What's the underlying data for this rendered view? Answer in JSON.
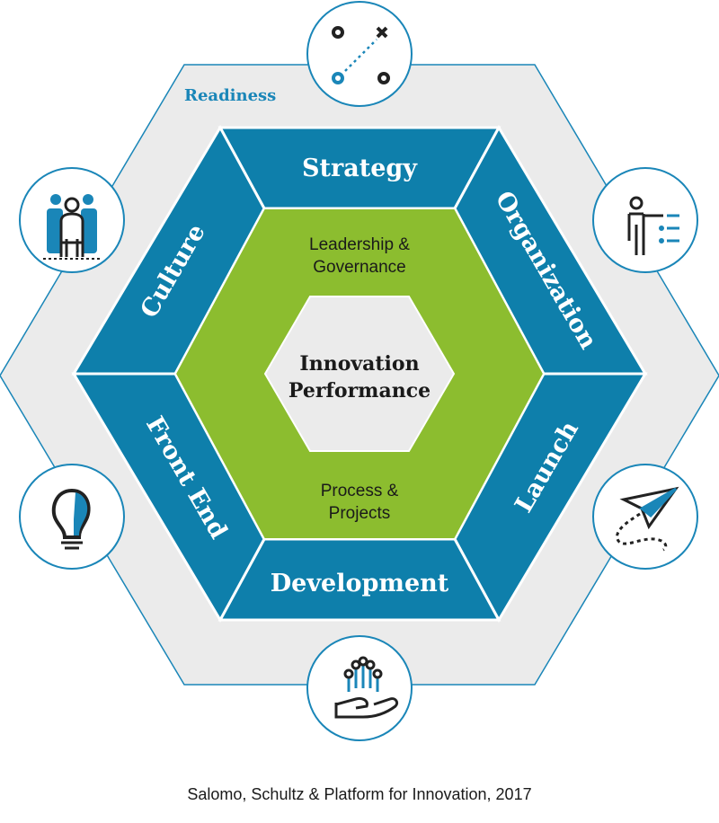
{
  "outer_ring": {
    "label": "Readiness"
  },
  "segments": {
    "strategy": "Strategy",
    "organization": "Organization",
    "launch": "Launch",
    "development": "Development",
    "front_end": "Front End",
    "culture": "Culture"
  },
  "inner": {
    "top_line1": "Leadership &",
    "top_line2": "Governance",
    "bottom_line1": "Process &",
    "bottom_line2": "Projects"
  },
  "center": {
    "line1": "Innovation",
    "line2": "Performance"
  },
  "icons": [
    "strategy-play-icon",
    "presentation-icon",
    "paper-plane-icon",
    "idea-hand-icon",
    "lightbulb-icon",
    "people-group-icon"
  ],
  "colors": {
    "blue": "#0e7fab",
    "green": "#8cbd2f",
    "gray": "#ebebeb",
    "ring": "#1a86b8"
  },
  "caption": "Salomo, Schultz & Platform for Innovation, 2017"
}
